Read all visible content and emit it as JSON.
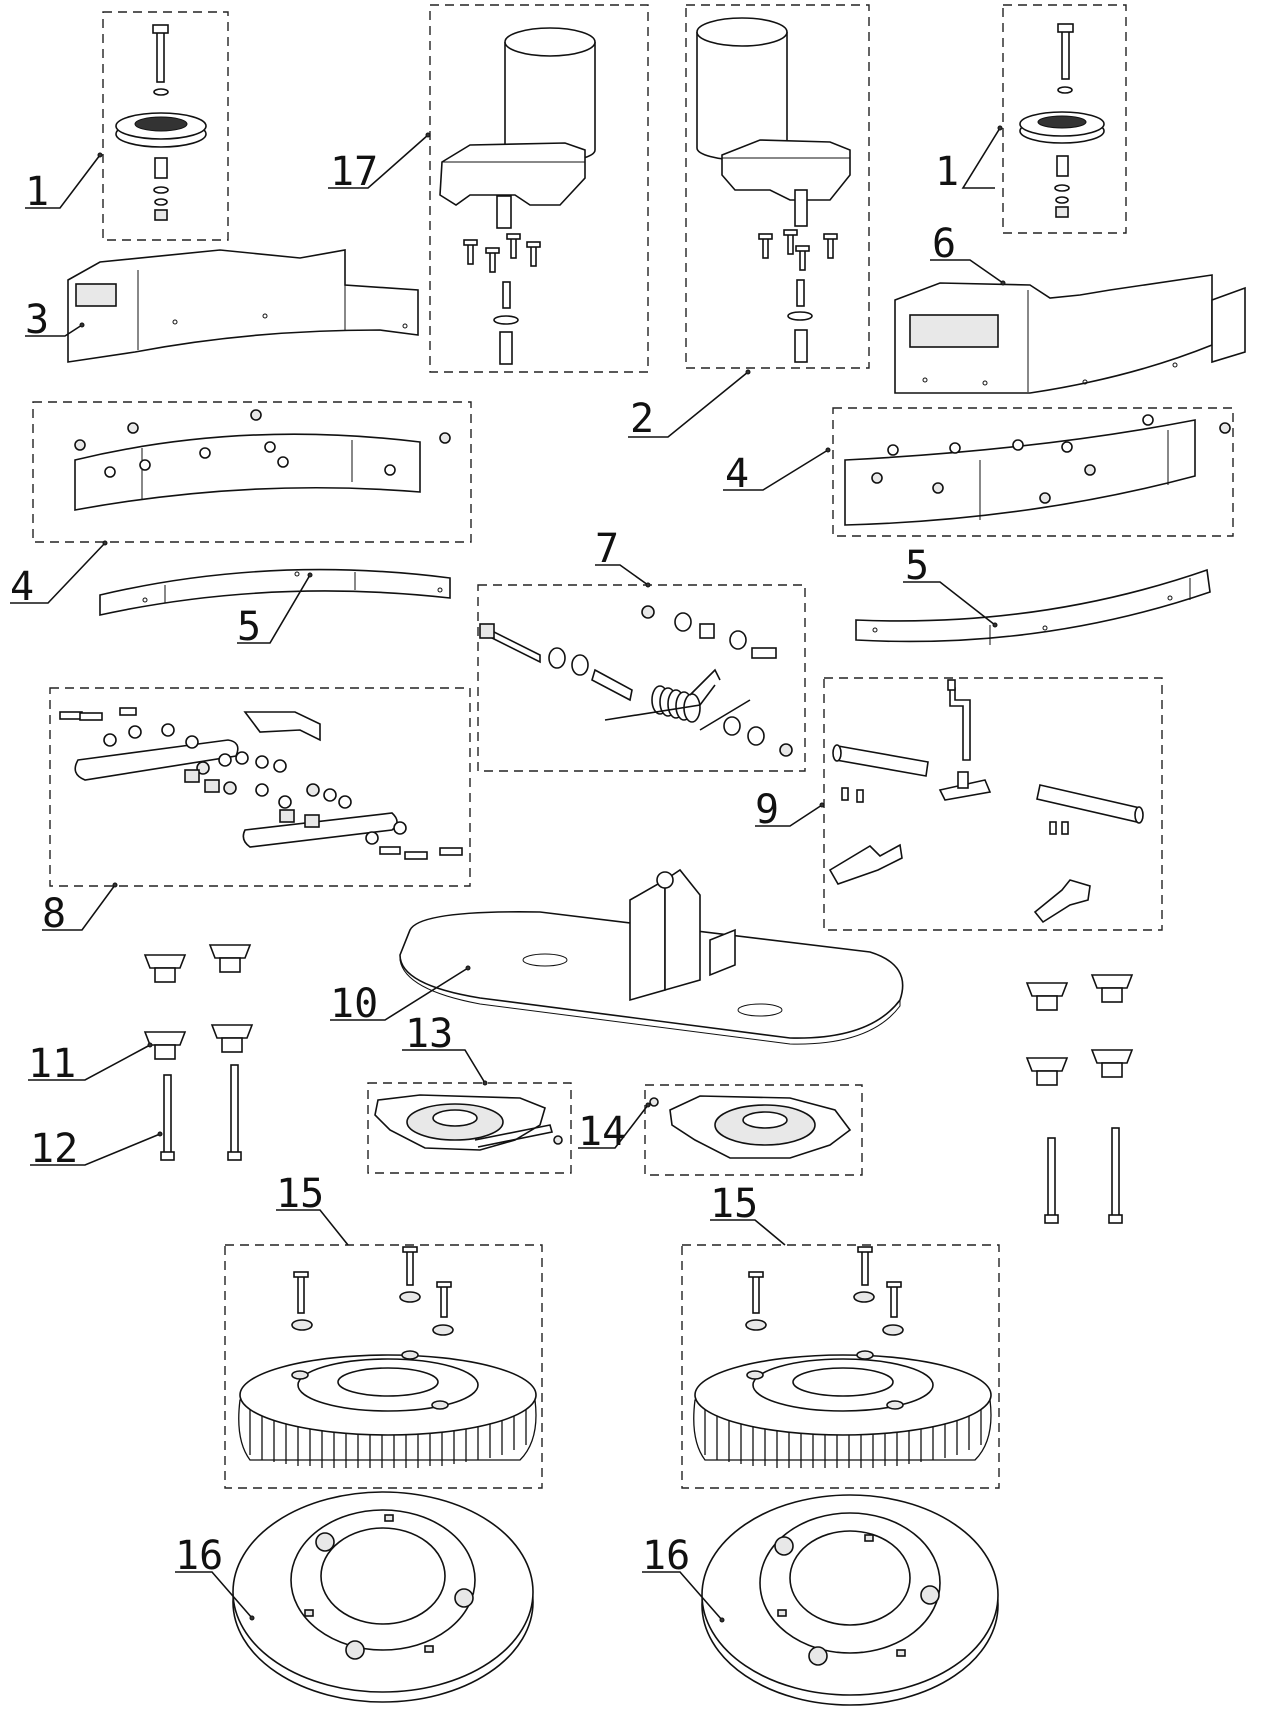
{
  "diagram": {
    "callouts": [
      {
        "id": "c1a",
        "label": "1"
      },
      {
        "id": "c1b",
        "label": "1"
      },
      {
        "id": "c2",
        "label": "2"
      },
      {
        "id": "c3",
        "label": "3"
      },
      {
        "id": "c4a",
        "label": "4"
      },
      {
        "id": "c4b",
        "label": "4"
      },
      {
        "id": "c5a",
        "label": "5"
      },
      {
        "id": "c5b",
        "label": "5"
      },
      {
        "id": "c6",
        "label": "6"
      },
      {
        "id": "c7",
        "label": "7"
      },
      {
        "id": "c8",
        "label": "8"
      },
      {
        "id": "c9",
        "label": "9"
      },
      {
        "id": "c10",
        "label": "10"
      },
      {
        "id": "c11",
        "label": "11"
      },
      {
        "id": "c12",
        "label": "12"
      },
      {
        "id": "c13",
        "label": "13"
      },
      {
        "id": "c14",
        "label": "14"
      },
      {
        "id": "c15a",
        "label": "15"
      },
      {
        "id": "c15b",
        "label": "15"
      },
      {
        "id": "c16a",
        "label": "16"
      },
      {
        "id": "c16b",
        "label": "16"
      },
      {
        "id": "c17",
        "label": "17"
      }
    ]
  }
}
